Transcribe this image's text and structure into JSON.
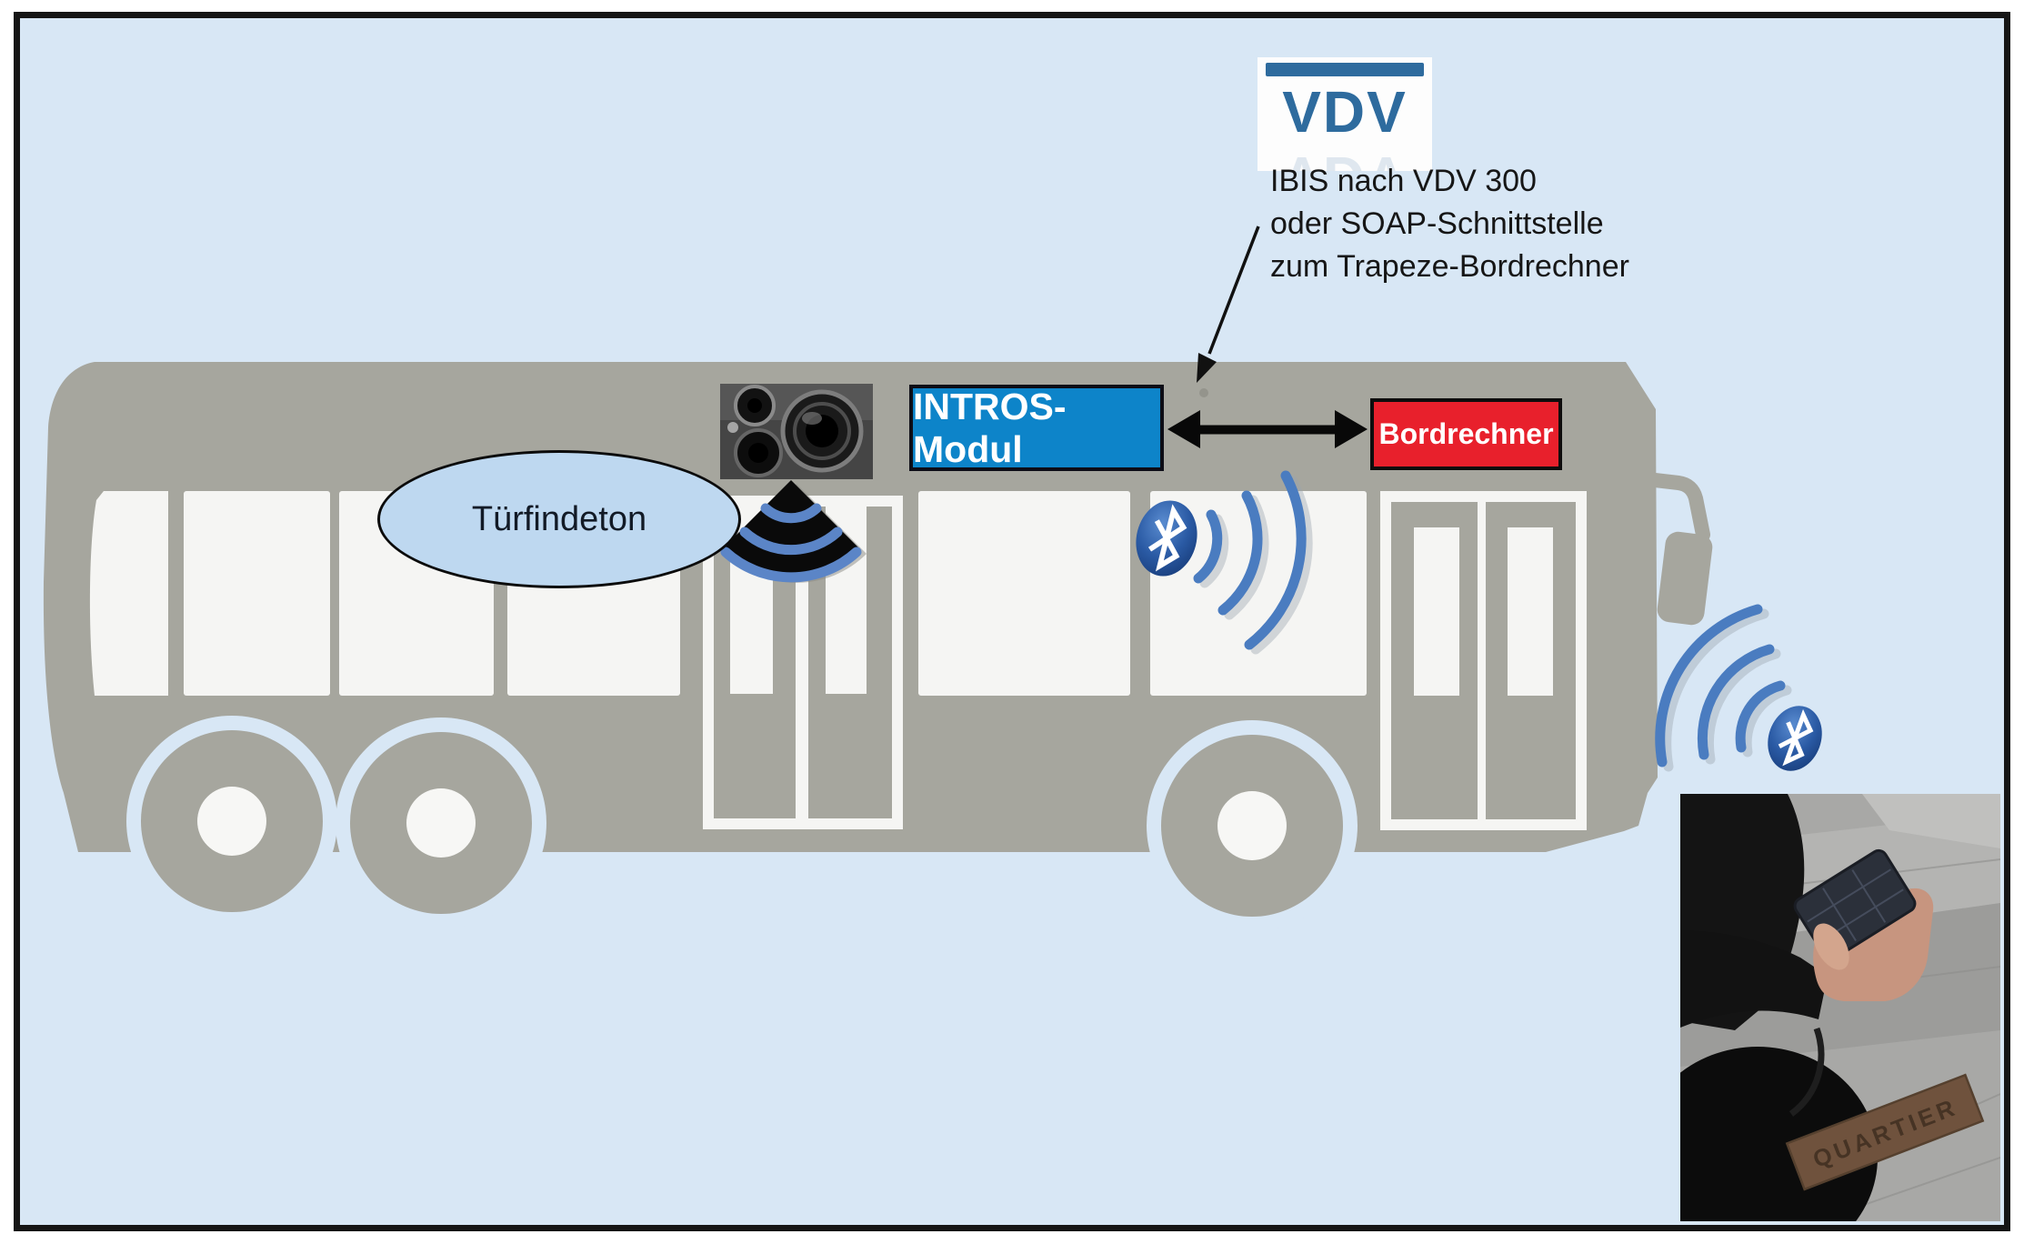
{
  "colors": {
    "background": "#d8e7f5",
    "frame": "#151515",
    "bus_gray": "#a6a69e",
    "window_white": "#f5f5f3",
    "intros_blue": "#0d84c9",
    "bordrechner_red": "#e8202c",
    "vdv_blue": "#2e6b9e",
    "callout_fill": "#bed8f0",
    "wave_blue": "#4a7cc0",
    "text_dark": "#161616"
  },
  "vdv": {
    "text": "VDV"
  },
  "annotation": {
    "lines": [
      "IBIS nach VDV 300",
      "oder SOAP-Schnittstelle",
      "zum Trapeze-Bordrechner"
    ]
  },
  "bus": {
    "intros_label": "INTROS-Modul",
    "bordrechner_label": "Bordrechner",
    "tuerfindeton_label": "Türfindeton"
  },
  "photo": {
    "sign_text": "QUARTIER"
  },
  "icons": {
    "bluetooth": "bluetooth-icon",
    "sound_waves": "sound-waves-icon",
    "speaker": "speaker-icon",
    "double_arrow": "double-arrow-icon",
    "annotation_arrow": "annotation-arrow-icon"
  }
}
